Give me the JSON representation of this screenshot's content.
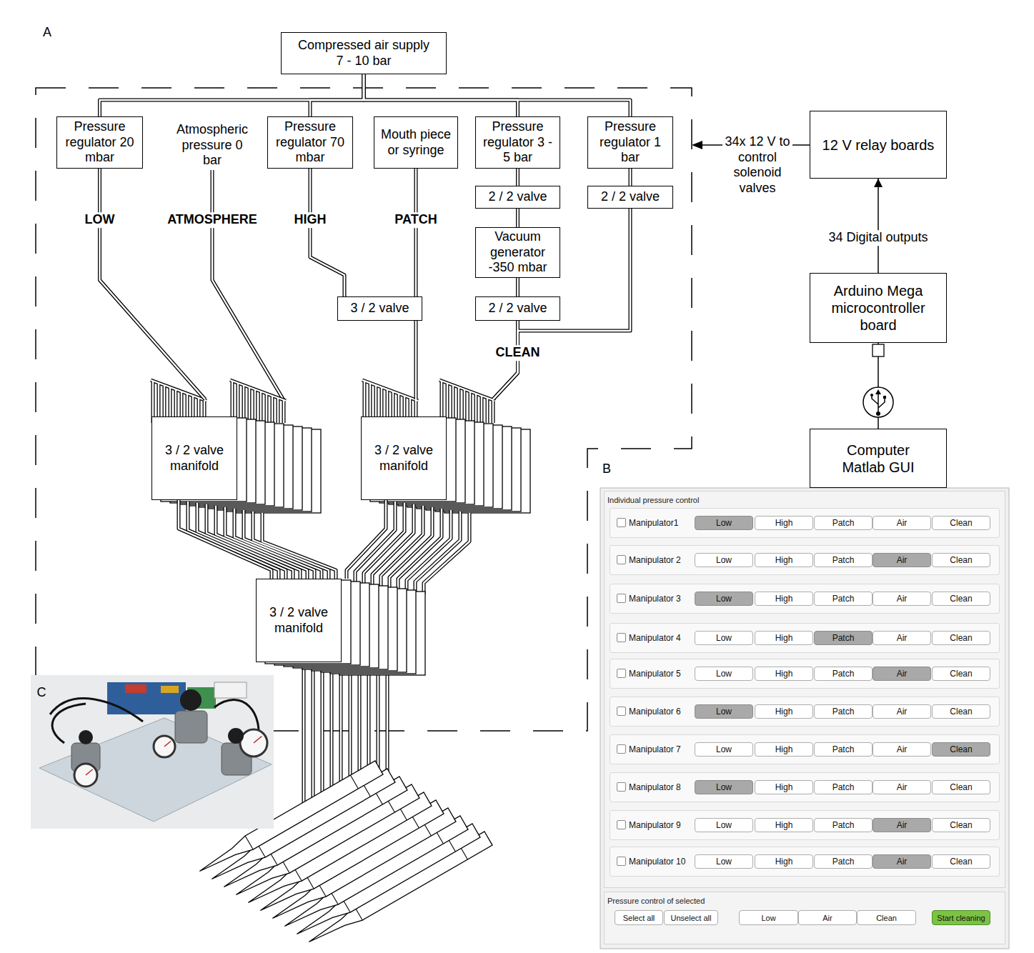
{
  "diagram": {
    "nodes": [
      {
        "text": [
          "Compressed air supply 7 - 10 bar"
        ]
      },
      {
        "text": [
          "Pressure regulator 20 mbar"
        ]
      },
      {
        "text": [
          "Pressure regulator 70 mbar"
        ]
      },
      {
        "text": [
          "Mouth piece or syringe"
        ]
      },
      {
        "text": [
          "Pressure regulator 3 - 5 bar"
        ]
      },
      {
        "text": [
          "Pressure regulator 1 bar"
        ]
      },
      {
        "text": [
          "2 / 2 valve"
        ]
      },
      {
        "text": [
          "2 / 2 valve"
        ]
      },
      {
        "text": [
          "Vacuum generator -350 mbar"
        ]
      },
      {
        "text": [
          "3 / 2 valve"
        ]
      },
      {
        "text": [
          "2 / 2 valve"
        ]
      },
      {
        "text": [
          "3 / 2 valve manifold"
        ]
      },
      {
        "text": [
          "3 / 2 valve manifold"
        ]
      },
      {
        "text": [
          "3 / 2 valve manifold"
        ]
      },
      {
        "text": [
          "12 V relay boards"
        ]
      },
      {
        "text": [
          "Arduino Mega microcontroller board"
        ]
      },
      {
        "text": [
          "Computer Matlab GUI"
        ]
      },
      {
        "text": [
          "Individual pressure control"
        ]
      },
      {
        "text": [
          "Manipulator1"
        ],
        "in": 17
      },
      {
        "text": [
          "Low"
        ],
        "in": 18
      },
      {
        "text": [
          "High"
        ],
        "in": 18
      },
      {
        "text": [
          "Patch"
        ],
        "in": 18
      },
      {
        "text": [
          "Air"
        ],
        "in": 18
      },
      {
        "text": [
          "Clean"
        ],
        "in": 18
      },
      {
        "text": [
          "Manipulator 2"
        ],
        "in": 17
      },
      {
        "text": [
          "Low"
        ],
        "in": 24
      },
      {
        "text": [
          "High"
        ],
        "in": 24
      },
      {
        "text": [
          "Patch"
        ],
        "in": 24
      },
      {
        "text": [
          "Air"
        ],
        "in": 24
      },
      {
        "text": [
          "Clean"
        ],
        "in": 24
      },
      {
        "text": [
          "Manipulator 3"
        ],
        "in": 17
      },
      {
        "text": [
          "Low"
        ],
        "in": 30
      },
      {
        "text": [
          "High"
        ],
        "in": 30
      },
      {
        "text": [
          "Patch"
        ],
        "in": 30
      },
      {
        "text": [
          "Air"
        ],
        "in": 30
      },
      {
        "text": [
          "Clean"
        ],
        "in": 30
      },
      {
        "text": [
          "Manipulator 4"
        ],
        "in": 17
      },
      {
        "text": [
          "Low"
        ],
        "in": 36
      },
      {
        "text": [
          "High"
        ],
        "in": 36
      },
      {
        "text": [
          "Patch"
        ],
        "in": 36
      },
      {
        "text": [
          "Air"
        ],
        "in": 36
      },
      {
        "text": [
          "Clean"
        ],
        "in": 36
      },
      {
        "text": [
          "Manipulator 5"
        ],
        "in": 17
      },
      {
        "text": [
          "Low"
        ],
        "in": 42
      },
      {
        "text": [
          "High"
        ],
        "in": 42
      },
      {
        "text": [
          "Patch"
        ],
        "in": 42
      },
      {
        "text": [
          "Air"
        ],
        "in": 42
      },
      {
        "text": [
          "Clean"
        ],
        "in": 42
      },
      {
        "text": [
          "Manipulator 6"
        ],
        "in": 17
      },
      {
        "text": [
          "Low"
        ],
        "in": 48
      },
      {
        "text": [
          "High"
        ],
        "in": 48
      },
      {
        "text": [
          "Patch"
        ],
        "in": 48
      },
      {
        "text": [
          "Air"
        ],
        "in": 48
      },
      {
        "text": [
          "Clean"
        ],
        "in": 48
      },
      {
        "text": [
          "Manipulator 7"
        ],
        "in": 17
      },
      {
        "text": [
          "Low"
        ],
        "in": 54
      },
      {
        "text": [
          "High"
        ],
        "in": 54
      },
      {
        "text": [
          "Patch"
        ],
        "in": 54
      },
      {
        "text": [
          "Air"
        ],
        "in": 54
      },
      {
        "text": [
          "Clean"
        ],
        "in": 54
      },
      {
        "text": [
          "Manipulator 8"
        ],
        "in": 17
      },
      {
        "text": [
          "Low"
        ],
        "in": 60
      },
      {
        "text": [
          "High"
        ],
        "in": 60
      },
      {
        "text": [
          "Patch"
        ],
        "in": 60
      },
      {
        "text": [
          "Air"
        ],
        "in": 60
      },
      {
        "text": [
          "Clean"
        ],
        "in": 60
      },
      {
        "text": [
          "Manipulator 9"
        ],
        "in": 17
      },
      {
        "text": [
          "Low"
        ],
        "in": 66
      },
      {
        "text": [
          "High"
        ],
        "in": 66
      },
      {
        "text": [
          "Patch"
        ],
        "in": 66
      },
      {
        "text": [
          "Air"
        ],
        "in": 66
      },
      {
        "text": [
          "Clean"
        ],
        "in": 66
      },
      {
        "text": [
          "Manipulator 10"
        ],
        "in": 17
      },
      {
        "text": [
          "Low"
        ],
        "in": 72
      },
      {
        "text": [
          "High"
        ],
        "in": 72
      },
      {
        "text": [
          "Patch"
        ],
        "in": 72
      },
      {
        "text": [
          "Air"
        ],
        "in": 72
      },
      {
        "text": [
          "Clean"
        ],
        "in": 72
      },
      {
        "text": [
          "Pressure control of selected"
        ]
      },
      {
        "text": [
          "Select all"
        ],
        "in": 78
      },
      {
        "text": [
          "Unselect all"
        ],
        "in": 78
      },
      {
        "text": [
          "Low"
        ],
        "in": 78
      },
      {
        "text": [
          "Air"
        ],
        "in": 78
      },
      {
        "text": [
          "Clean"
        ],
        "in": 78
      },
      {
        "text": [
          "Start cleaning"
        ],
        "in": 78
      }
    ],
    "edges": [
      {
        "from": 0,
        "to": 1,
        "arrow": "none"
      },
      {
        "from": 0,
        "to": 2,
        "arrow": "none"
      },
      {
        "from": 0,
        "to": 4,
        "arrow": "none"
      },
      {
        "from": 0,
        "to": 5,
        "arrow": "none"
      },
      {
        "from": 1,
        "to": 11,
        "label": "LOW",
        "arrow": "none"
      },
      {
        "from": 2,
        "to": 9,
        "label": "HIGH",
        "arrow": "none"
      },
      {
        "from": 3,
        "to": 9,
        "label": "PATCH",
        "arrow": "none"
      },
      {
        "from": 4,
        "to": 6,
        "arrow": "none"
      },
      {
        "from": 6,
        "to": 8,
        "arrow": "none"
      },
      {
        "from": 8,
        "to": 10,
        "arrow": "none"
      },
      {
        "from": 5,
        "to": 7,
        "arrow": "none"
      },
      {
        "from": 9,
        "to": 12,
        "arrow": "none"
      },
      {
        "from": 10,
        "to": 12,
        "label": "CLEAN",
        "arrow": "none"
      },
      {
        "from": 7,
        "to": 12,
        "arrow": "none"
      },
      {
        "from": 11,
        "to": 13,
        "arrow": "none"
      },
      {
        "from": 12,
        "to": 13,
        "arrow": "none"
      },
      {
        "from": 15,
        "to": 14,
        "label": "34 Digital outputs",
        "arrow": "to"
      },
      {
        "from": 15,
        "to": 16,
        "arrow": "none"
      }
    ],
    "labels": [
      "A",
      "Atmospheric pressure 0 bar",
      "ATMOSPHERE",
      "34x 12 V to control solenoid valves",
      "B",
      "C"
    ]
  }
}
